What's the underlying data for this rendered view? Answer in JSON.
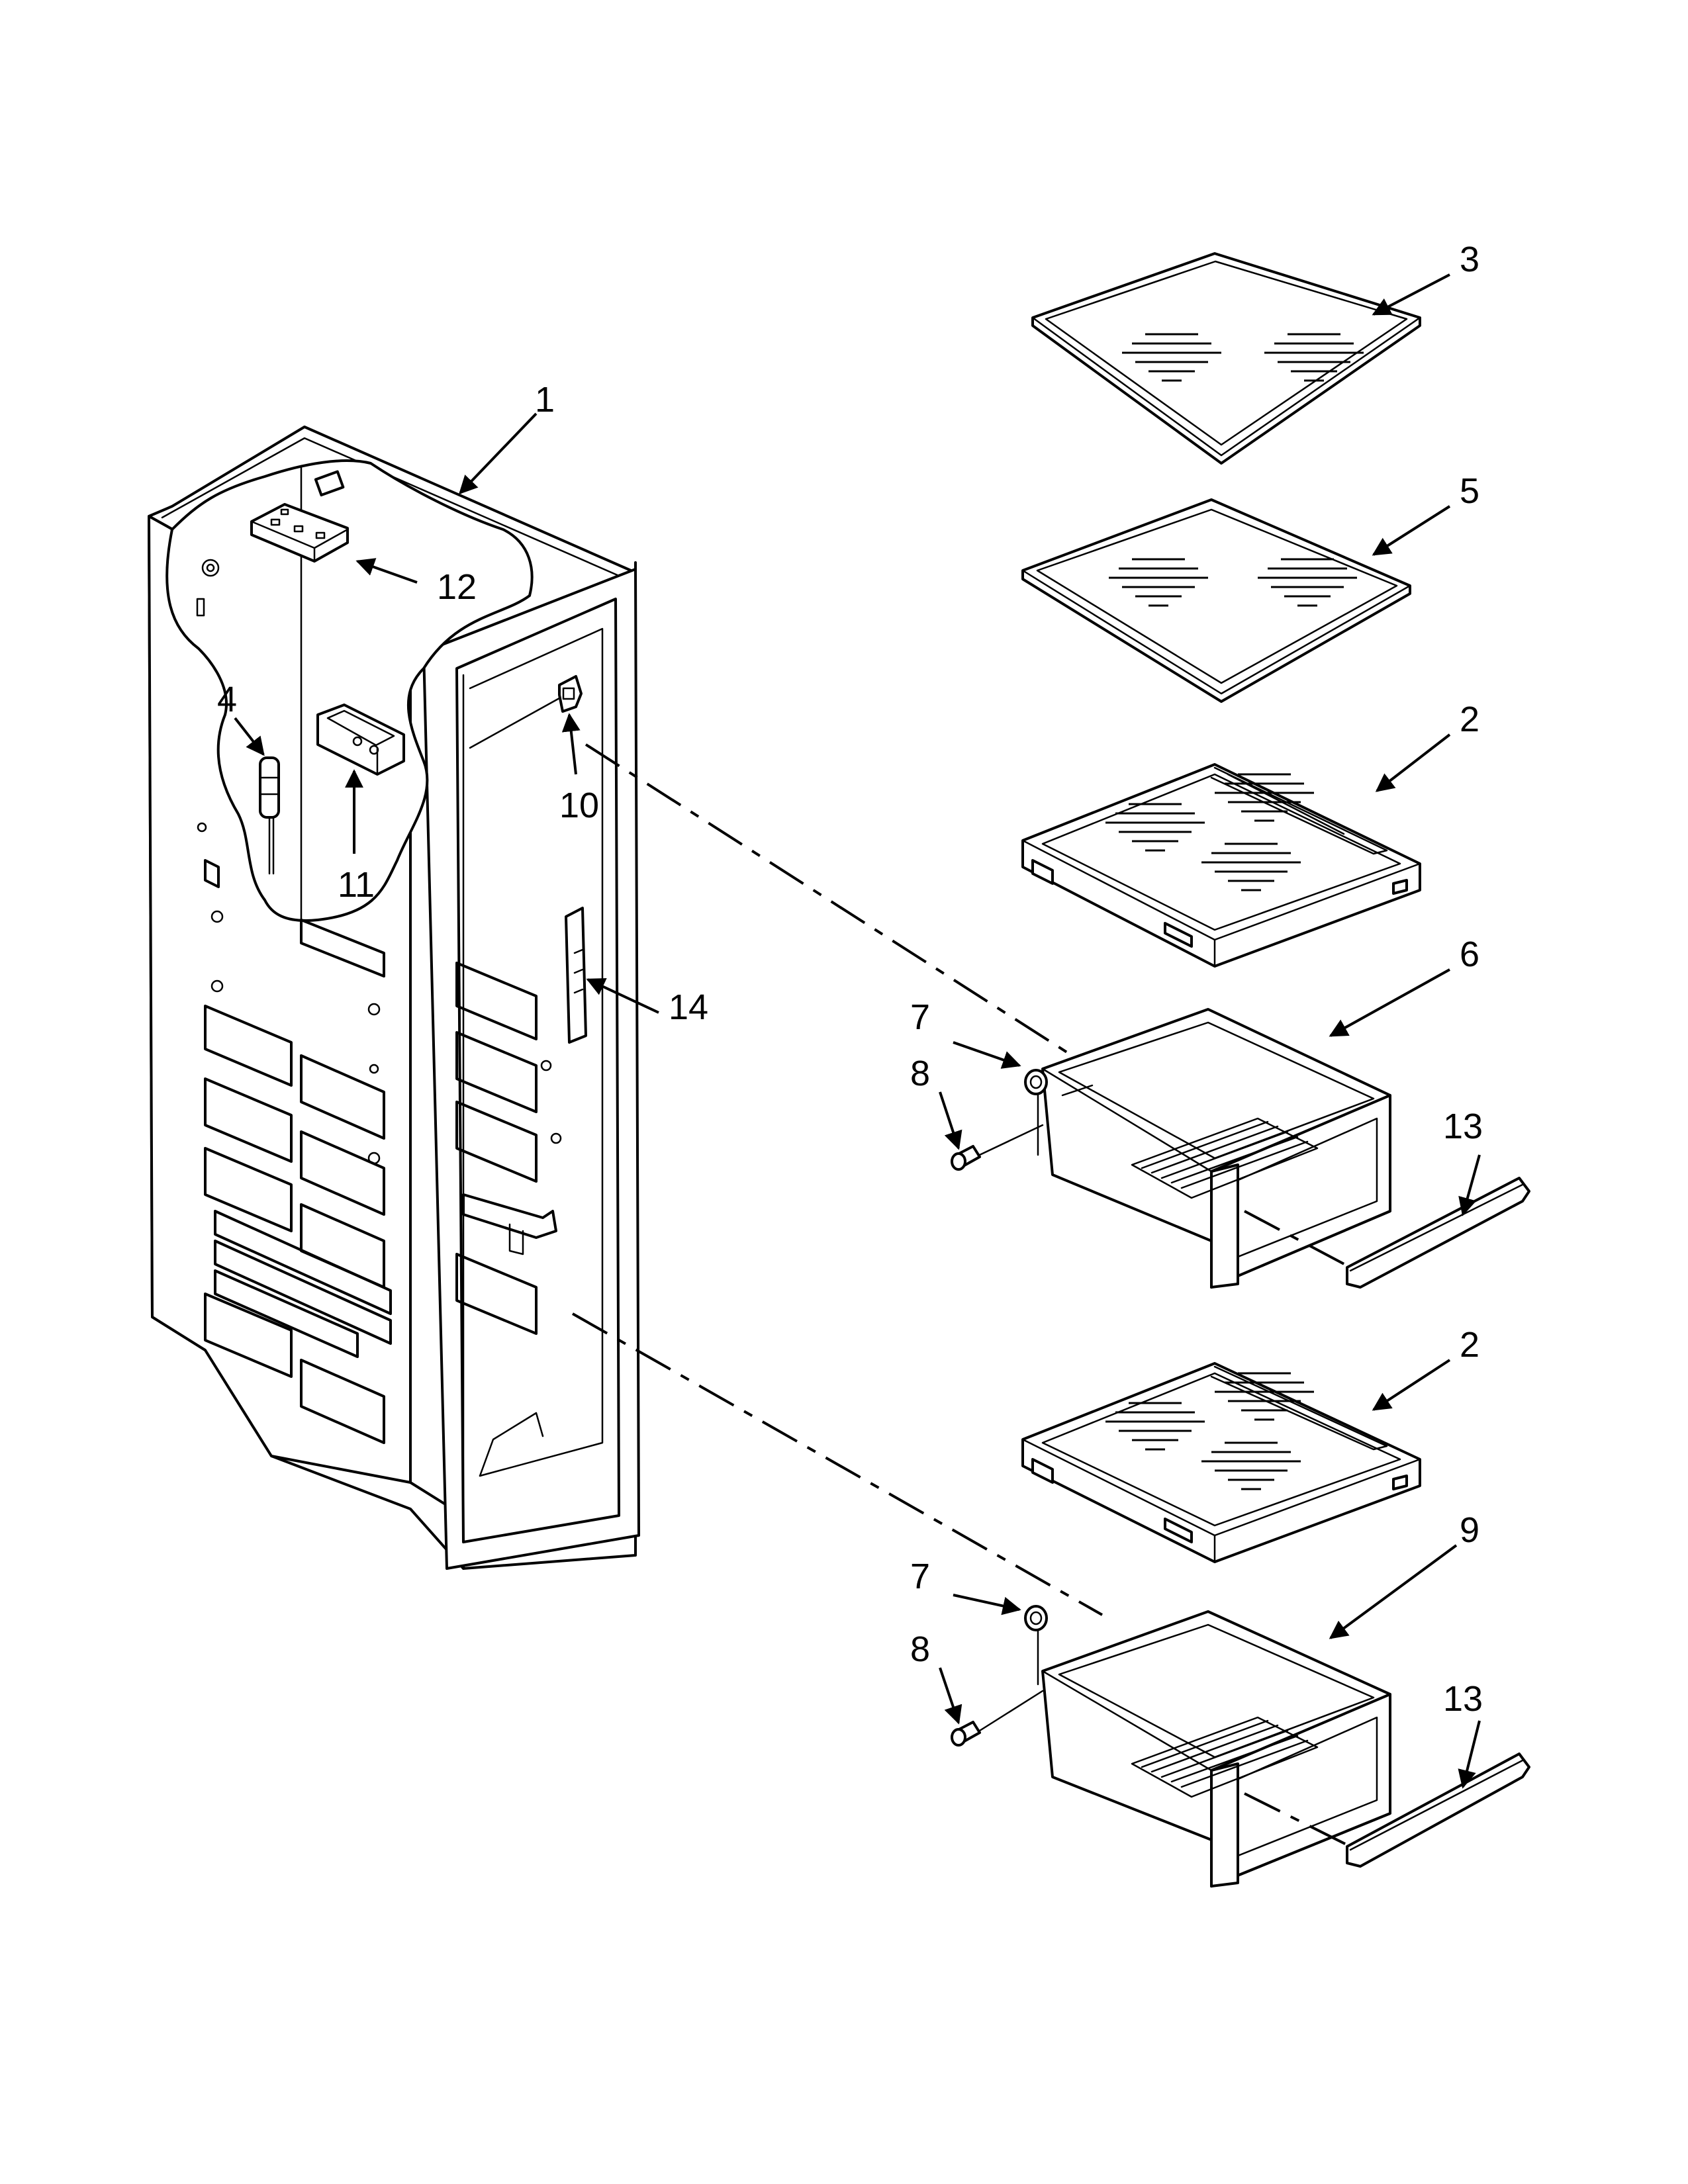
{
  "callouts": [
    {
      "id": "c1",
      "text": "1"
    },
    {
      "id": "c2a",
      "text": "2"
    },
    {
      "id": "c2b",
      "text": "2"
    },
    {
      "id": "c3",
      "text": "3"
    },
    {
      "id": "c4",
      "text": "4"
    },
    {
      "id": "c5",
      "text": "5"
    },
    {
      "id": "c6",
      "text": "6"
    },
    {
      "id": "c7a",
      "text": "7"
    },
    {
      "id": "c7b",
      "text": "7"
    },
    {
      "id": "c8a",
      "text": "8"
    },
    {
      "id": "c8b",
      "text": "8"
    },
    {
      "id": "c9",
      "text": "9"
    },
    {
      "id": "c10",
      "text": "10"
    },
    {
      "id": "c11",
      "text": "11"
    },
    {
      "id": "c12",
      "text": "12"
    },
    {
      "id": "c13a",
      "text": "13"
    },
    {
      "id": "c13b",
      "text": "13"
    },
    {
      "id": "c14",
      "text": "14"
    }
  ]
}
